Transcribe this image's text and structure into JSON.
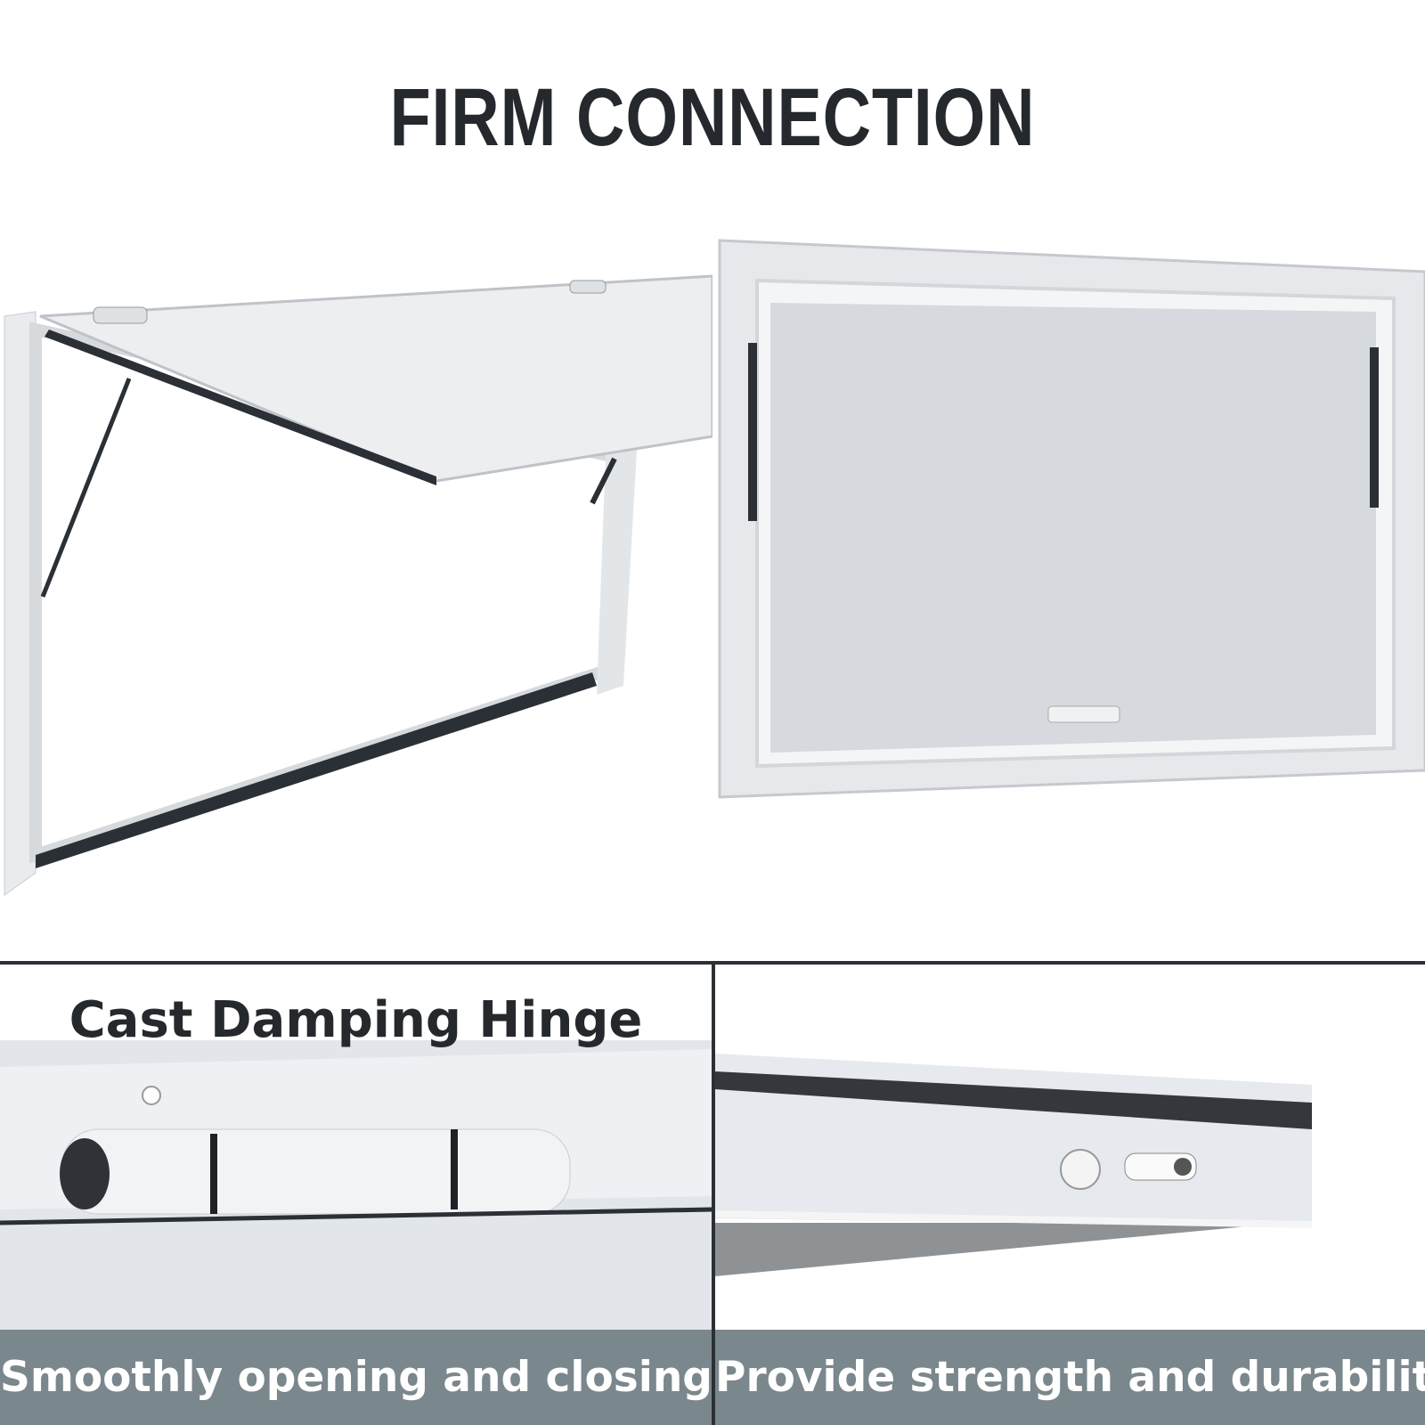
{
  "header": {
    "title": "FIRM CONNECTION"
  },
  "left_panel": {
    "heading": "Cast Damping Hinge",
    "caption": "Smoothly opening and closing"
  },
  "right_panel": {
    "caption": "Provide strength and durability"
  },
  "colors": {
    "title": "#25292e",
    "divider": "#2b3036",
    "caption_bar": "#7a878c"
  }
}
